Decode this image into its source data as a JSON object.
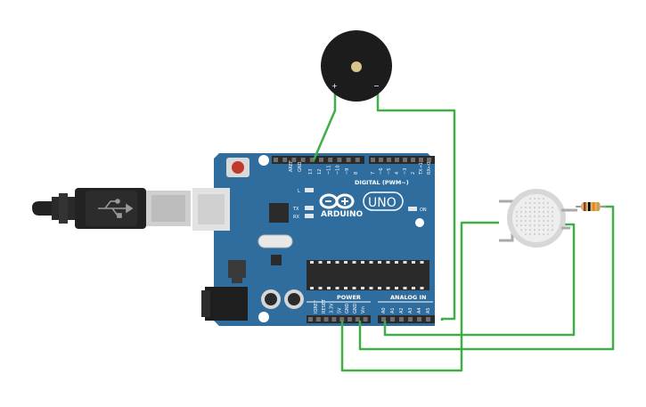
{
  "board": {
    "brand": "ARDUINO",
    "model": "UNO",
    "digital_label": "DIGITAL (PWM~)",
    "power_label": "POWER",
    "analog_label": "ANALOG IN",
    "on_label": "ON",
    "led_l": "L",
    "led_tx": "TX",
    "led_rx": "RX",
    "aref": "AREF",
    "gnd_top": "GND",
    "digital_pins_left": [
      "13",
      "12",
      "~11",
      "~10",
      "~9",
      "8"
    ],
    "digital_pins_right": [
      "7",
      "~6",
      "~5",
      "4",
      "~3",
      "2",
      "TX→1",
      "RX←0"
    ],
    "power_pins": [
      "IOREF",
      "RESET",
      "3.3V",
      "5V",
      "GND",
      "GND",
      "Vin"
    ],
    "analog_pins": [
      "A0",
      "A1",
      "A2",
      "A3",
      "A4",
      "A5"
    ]
  },
  "buzzer": {
    "plus": "+",
    "minus": "−"
  },
  "colors": {
    "board": "#2f6d9e",
    "board_dark": "#1f4f75",
    "wire": "#3fae49",
    "header": "#2b2b2b",
    "buzzer": "#1c1c1c",
    "buzzer_center": "#d8c58a",
    "usb_plug": "#222222",
    "usb_metal": "#e2e2e2",
    "sensor": "#d7d7d7",
    "sensor_film": "#eeeeee",
    "resistor": "#d4b07a"
  }
}
